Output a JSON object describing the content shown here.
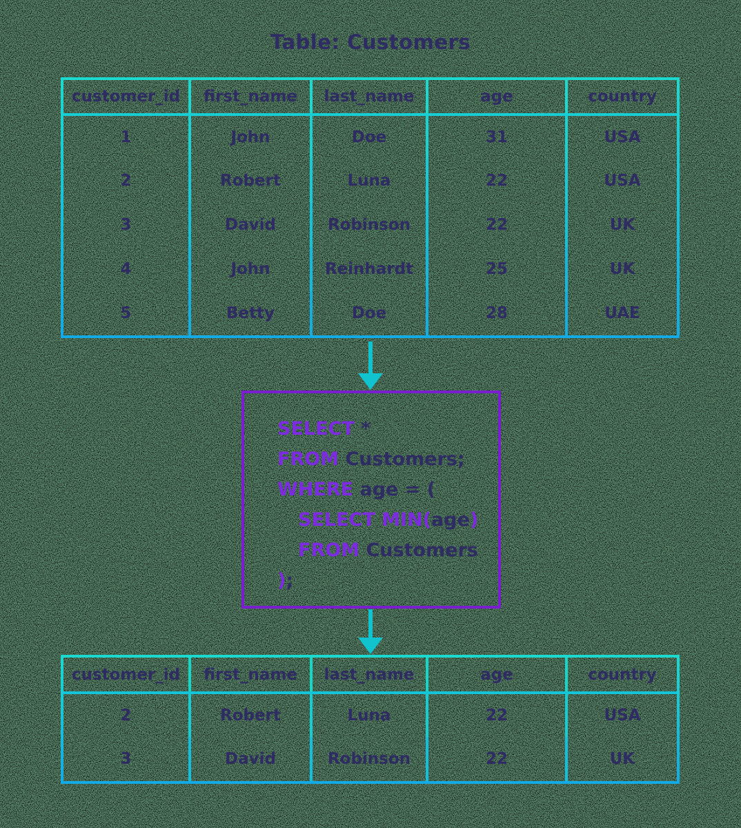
{
  "title": "Table: Customers",
  "colors": {
    "background_green": "#5d8a6e",
    "table_border_cyan_top": "#1cd9cf",
    "table_border_cyan_bottom": "#12abe6",
    "text_navy": "#2e2c63",
    "sql_keyword_purple": "#7c2be0",
    "sql_box_border_purple": "#7a1ed2",
    "arrow_teal": "#10c3cf"
  },
  "source_table": {
    "columns": [
      "customer_id",
      "first_name",
      "last_name",
      "age",
      "country"
    ],
    "rows": [
      [
        "1",
        "John",
        "Doe",
        "31",
        "USA"
      ],
      [
        "2",
        "Robert",
        "Luna",
        "22",
        "USA"
      ],
      [
        "3",
        "David",
        "Robinson",
        "22",
        "UK"
      ],
      [
        "4",
        "John",
        "Reinhardt",
        "25",
        "UK"
      ],
      [
        "5",
        "Betty",
        "Doe",
        "28",
        "UAE"
      ]
    ]
  },
  "sql_query": {
    "full_text": "SELECT *\nFROM Customers;\nWHERE age = (\n   SELECT MIN(age)\n   FROM Customers\n);",
    "lines": [
      {
        "indent": 0,
        "segments": [
          {
            "t": "SELECT ",
            "kw": true
          },
          {
            "t": "*",
            "kw": false
          }
        ]
      },
      {
        "indent": 0,
        "segments": [
          {
            "t": "FROM ",
            "kw": true
          },
          {
            "t": "Customers;",
            "kw": false
          }
        ]
      },
      {
        "indent": 0,
        "segments": [
          {
            "t": "WHERE ",
            "kw": true
          },
          {
            "t": "age = (",
            "kw": false
          }
        ]
      },
      {
        "indent": 1,
        "segments": [
          {
            "t": "SELECT MIN(",
            "kw": true
          },
          {
            "t": "age",
            "kw": false
          },
          {
            "t": ")",
            "kw": true
          }
        ]
      },
      {
        "indent": 1,
        "segments": [
          {
            "t": "FROM ",
            "kw": true
          },
          {
            "t": "Customers",
            "kw": false
          }
        ]
      },
      {
        "indent": 0,
        "segments": [
          {
            "t": ")",
            "kw": true
          },
          {
            "t": ";",
            "kw": false
          }
        ]
      }
    ]
  },
  "result_table": {
    "columns": [
      "customer_id",
      "first_name",
      "last_name",
      "age",
      "country"
    ],
    "rows": [
      [
        "2",
        "Robert",
        "Luna",
        "22",
        "USA"
      ],
      [
        "3",
        "David",
        "Robinson",
        "22",
        "UK"
      ]
    ]
  }
}
